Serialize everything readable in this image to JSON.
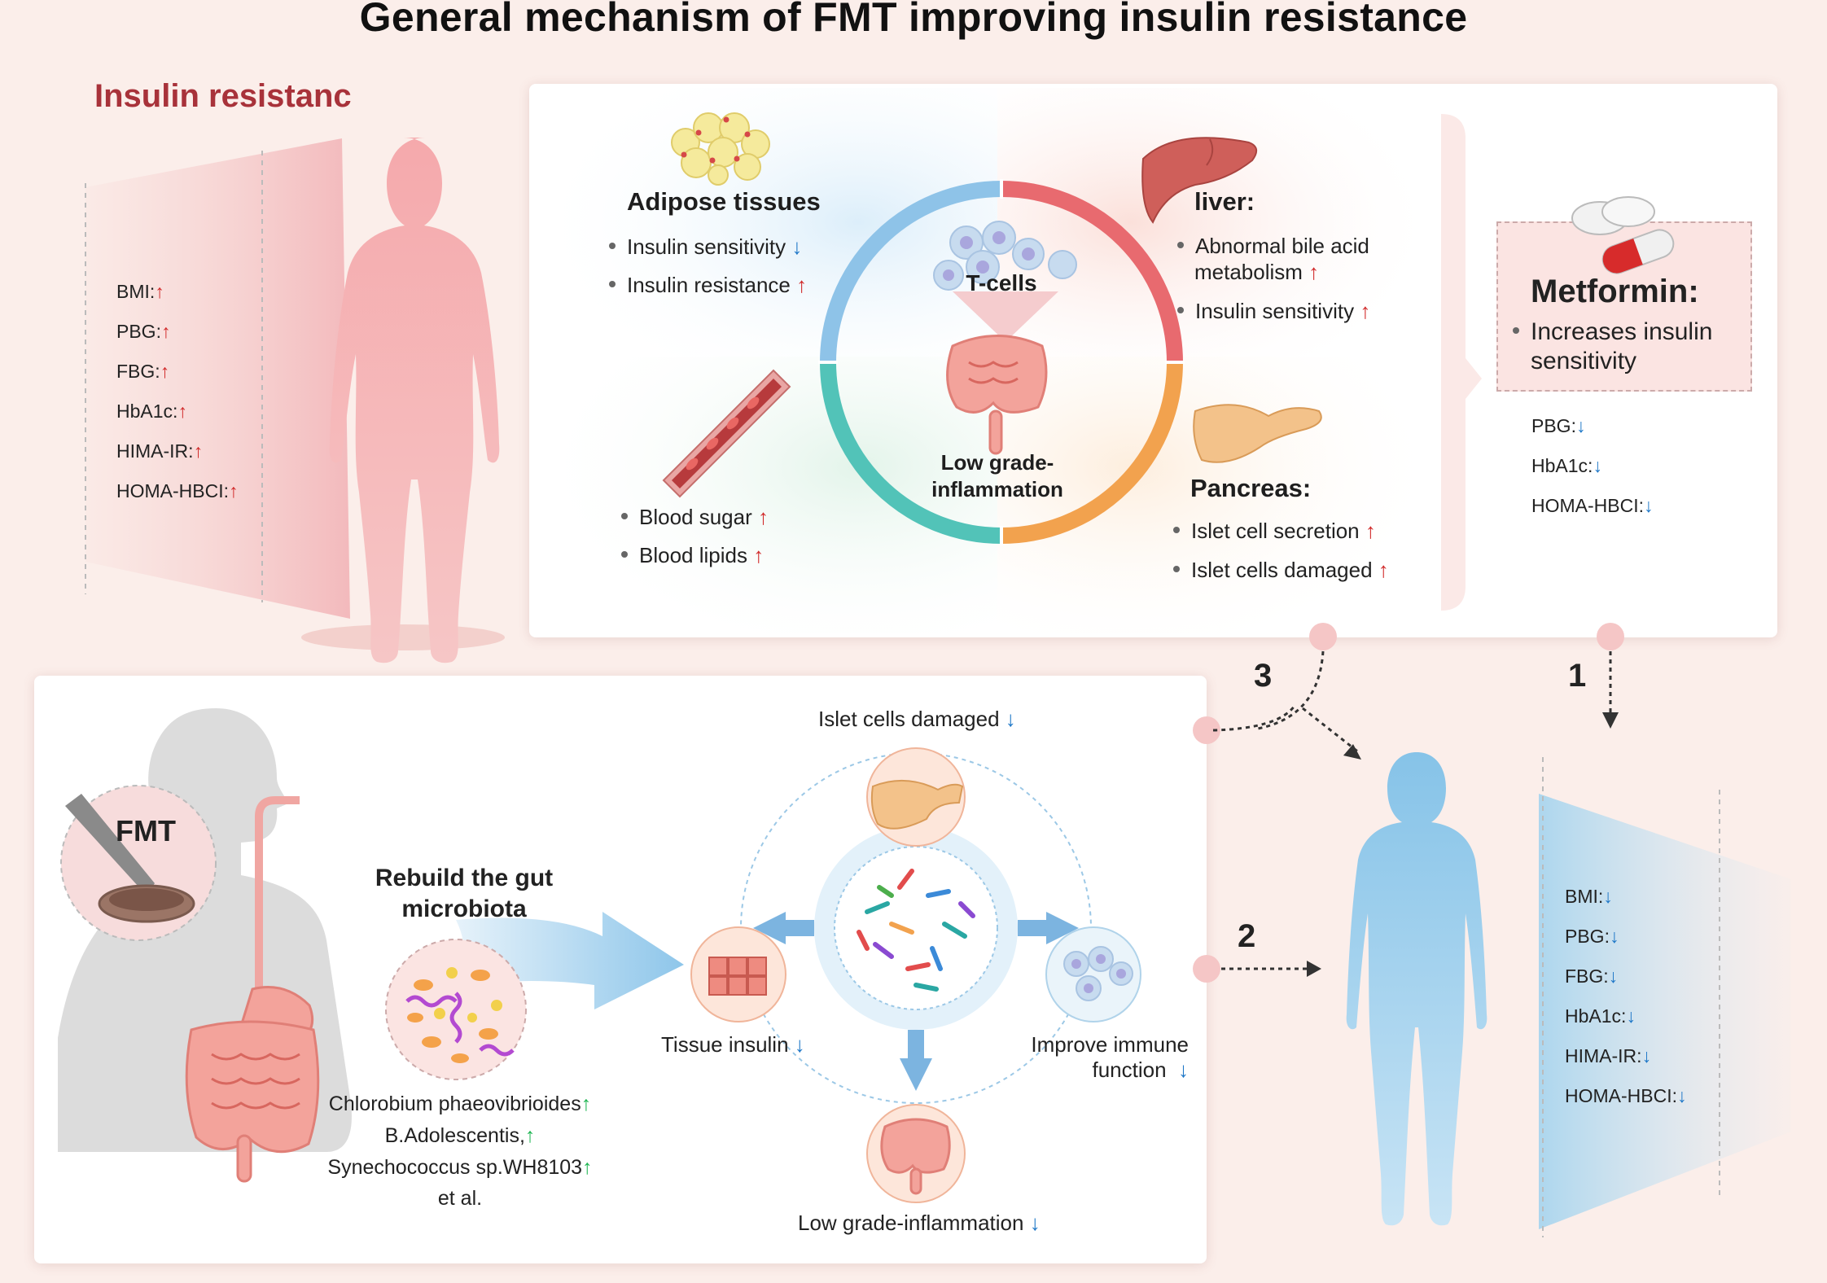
{
  "title": "General mechanism of FMT improving insulin resistance",
  "insulin_resistance": {
    "title": "Insulin resistanc",
    "metrics": [
      {
        "label": "BMI:",
        "arrow": "↑"
      },
      {
        "label": "PBG:",
        "arrow": "↑"
      },
      {
        "label": "FBG:",
        "arrow": "↑"
      },
      {
        "label": "HbA1c:",
        "arrow": "↑"
      },
      {
        "label": "HIMA-IR:",
        "arrow": "↑"
      },
      {
        "label": "HOMA-HBCI:",
        "arrow": "↑"
      }
    ]
  },
  "mechanism": {
    "adipose": {
      "title": "Adipose tissues",
      "items": [
        {
          "text": "Insulin sensitivity",
          "arrow": "↓"
        },
        {
          "text": "Insulin resistance",
          "arrow": "↑"
        }
      ]
    },
    "liver": {
      "title": "liver:",
      "items": [
        {
          "text": "Abnormal bile acid",
          "text2": "metabolism",
          "arrow": "↑"
        },
        {
          "text": "Insulin sensitivity",
          "arrow": "↑"
        }
      ]
    },
    "blood": {
      "items": [
        {
          "text": "Blood sugar",
          "arrow": "↑"
        },
        {
          "text": "Blood lipids",
          "arrow": "↑"
        }
      ]
    },
    "pancreas": {
      "title": "Pancreas:",
      "items": [
        {
          "text": "Islet cell secretion",
          "arrow": "↑"
        },
        {
          "text": "Islet cells damaged",
          "arrow": "↑"
        }
      ]
    },
    "center": {
      "tcells": "T-cells",
      "inflammation_1": "Low grade-",
      "inflammation_2": "inflammation"
    }
  },
  "metformin": {
    "title": "Metformin:",
    "bullet_1": "Increases insulin",
    "bullet_2": "sensitivity",
    "metrics": [
      {
        "label": "PBG:",
        "arrow": "↓"
      },
      {
        "label": "HbA1c:",
        "arrow": "↓"
      },
      {
        "label": "HOMA-HBCI:",
        "arrow": "↓"
      }
    ]
  },
  "fmt": {
    "label": "FMT",
    "rebuild_1": "Rebuild the gut",
    "rebuild_2": "microbiota",
    "bacteria": [
      {
        "text": "Chlorobium phaeovibrioides",
        "arrow": "↑"
      },
      {
        "text": "B.Adolescentis,",
        "arrow": "↑"
      },
      {
        "text": "Synechococcus sp.WH8103",
        "arrow": "↑"
      },
      {
        "text": "et al.",
        "arrow": ""
      }
    ],
    "effects": {
      "islet": {
        "text": "Islet cells damaged",
        "arrow": "↓"
      },
      "tissue": {
        "text": "Tissue insulin",
        "arrow": "↓"
      },
      "immune_1": "Improve immune",
      "immune_2": "function",
      "immune_arrow": "↓",
      "inflammation": {
        "text": "Low grade-inflammation",
        "arrow": "↓"
      }
    }
  },
  "steps": [
    "1",
    "2",
    "3"
  ],
  "outcome": {
    "metrics": [
      {
        "label": "BMI:",
        "arrow": "↓"
      },
      {
        "label": "PBG:",
        "arrow": "↓"
      },
      {
        "label": "FBG:",
        "arrow": "↓"
      },
      {
        "label": "HbA1c:",
        "arrow": "↓"
      },
      {
        "label": "HIMA-IR:",
        "arrow": "↓"
      },
      {
        "label": "HOMA-HBCI:",
        "arrow": "↓"
      }
    ]
  },
  "colors": {
    "red_arrow": "#d12a2a",
    "blue_arrow": "#1f78c8",
    "green_arrow": "#1fb552",
    "title_red": "#a8323a"
  }
}
